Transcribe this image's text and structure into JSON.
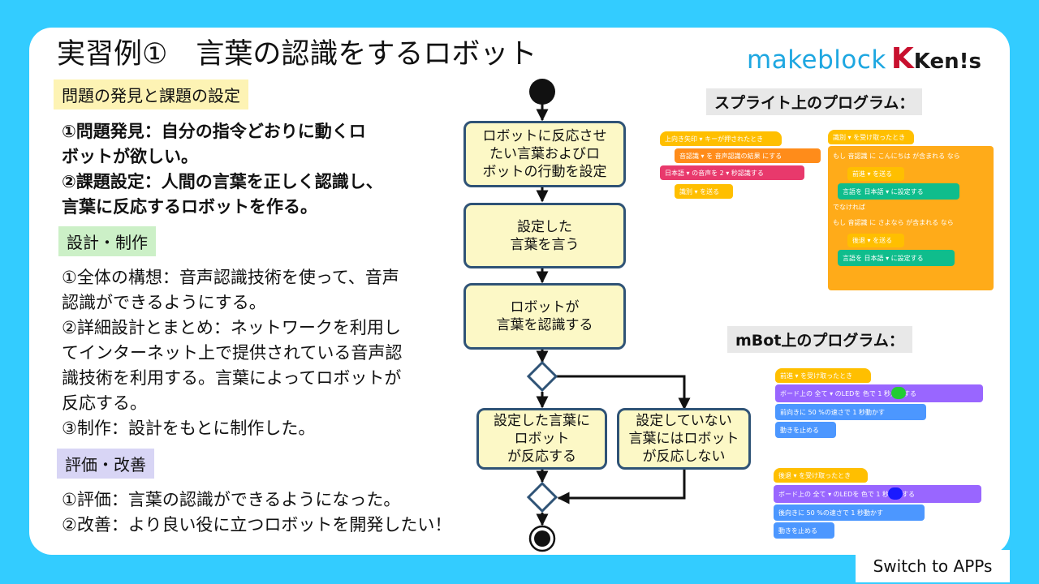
{
  "title": "実習例①　言葉の認識をするロボット",
  "logo": {
    "makeblock": "makeblock",
    "kenis_k": "K",
    "kenis_rest": "Ken!s"
  },
  "sections": [
    {
      "label": "問題の発見と課題の設定",
      "lines": [
        "①問題発見：自分の指令どおりに動くロ",
        "ボットが欲しい。",
        "②課題設定：人間の言葉を正しく認識し、",
        "言葉に反応するロボットを作る。"
      ]
    },
    {
      "label": "設計・制作",
      "lines": [
        "①全体の構想：音声認識技術を使って、音声",
        "認識ができるようにする。",
        "②詳細設計とまとめ：ネットワークを利用し",
        "てインターネット上で提供されている音声認",
        "識技術を利用する。言葉によってロボットが",
        "反応する。",
        "③制作：設計をもとに制作した。"
      ]
    },
    {
      "label": "評価・改善",
      "lines": [
        "①評価：言葉の認識ができるようになった。",
        "②改善：より良い役に立つロボットを開発したい！"
      ]
    }
  ],
  "flow": {
    "nodes": [
      [
        "ロボットに反応させ",
        "たい言葉およびロ",
        "ボットの行動を設定"
      ],
      [
        "設定した",
        "言葉を言う"
      ],
      [
        "ロボットが",
        "言葉を認識する"
      ],
      [
        "設定した言葉に",
        "ロボット",
        "が反応する"
      ],
      [
        "設定していない",
        "言葉にはロボット",
        "が反応しない"
      ]
    ]
  },
  "programs": {
    "sprite_label": "スプライト上のプログラム：",
    "mbot_label": "mBot上のプログラム：",
    "sprite_left": [
      "上向き矢印 ▾  キーが押されたとき",
      "音認識 ▾  を  音声認識の結果  にする",
      "日本語 ▾  の音声を  2 ▾  秒認識する",
      "識別 ▾  を送る"
    ],
    "sprite_right": [
      "識別 ▾  を受け取ったとき",
      "もし  音認識  に  こんにちは  が含まれる  なら",
      "前進 ▾  を送る",
      "言語を  日本語 ▾  に設定する",
      "でなければ",
      "もし  音認識  に  さよなら  が含まれる  なら",
      "後退 ▾  を送る",
      "言語を  日本語 ▾  に設定する"
    ],
    "mbot1": [
      "前進 ▾  を受け取ったとき",
      "ボード上の  全て ▾  のLEDを  色で  1  秒点灯する",
      "前向きに  50  %の速さで  1  秒動かす",
      "動きを止める"
    ],
    "mbot2": [
      "後退 ▾  を受け取ったとき",
      "ボード上の  全て ▾  のLEDを  色で  1  秒点灯する",
      "後向きに  50  %の速さで  1  秒動かす",
      "動きを止める"
    ],
    "led_colors": [
      "#22cc33",
      "#1a1aff"
    ]
  },
  "switch_button": "Switch to APPs",
  "colors": {
    "background": "#33ccff",
    "event": "#ffbf00",
    "operator": "#59c059",
    "looks": "#9966ff",
    "data": "#ff8c1a",
    "speech": "#e8396c",
    "extension": "#4c97ff"
  }
}
